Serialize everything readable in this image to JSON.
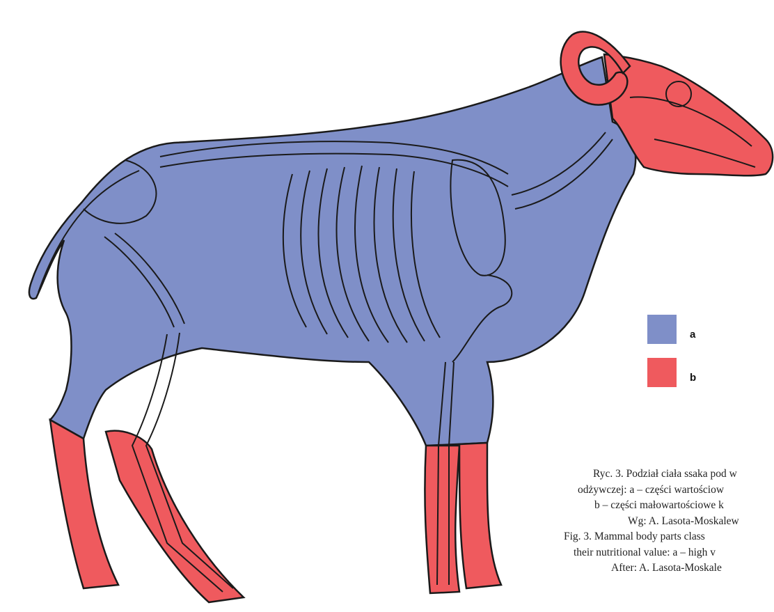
{
  "colors": {
    "high_value_region": "#7f8fc8",
    "low_value_region": "#ef5a5e",
    "outline": "#1a1a1a"
  },
  "legend": {
    "items": [
      {
        "key": "a",
        "label": "a",
        "color": "#7f8fc8"
      },
      {
        "key": "b",
        "label": "b",
        "color": "#ef5a5e"
      }
    ]
  },
  "caption": {
    "line1": "Ryc. 3. Podział ciała ssaka pod w",
    "line2": "odżywczej:  a – części wartościow",
    "line3": "b – części małowartościowe k",
    "line4": "Wg: A. Lasota-Moskalew",
    "line5": "Fig. 3. Mammal body parts class",
    "line6": "their nutritional value: a – high v",
    "line7": "After: A. Lasota-Moskale"
  },
  "diagram": {
    "subject": "sheep-skeleton-body-division",
    "regions": [
      "head-with-horns",
      "neck",
      "torso",
      "tail",
      "lower-front-legs",
      "lower-hind-legs"
    ]
  }
}
